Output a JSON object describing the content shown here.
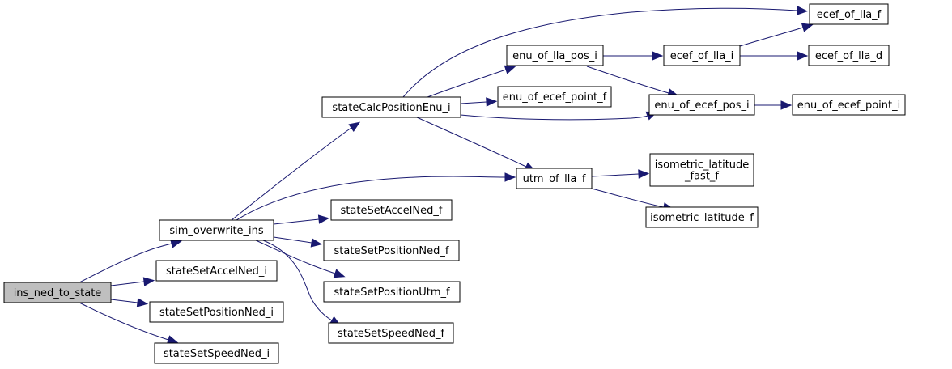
{
  "diagram": {
    "type": "call-graph",
    "edge_color": "#191970",
    "root_fill": "#bfbfbf",
    "nodes": [
      {
        "id": "ins_ned_to_state",
        "lines": [
          "ins_ned_to_state"
        ],
        "root": true
      },
      {
        "id": "sim_overwrite_ins",
        "lines": [
          "sim_overwrite_ins"
        ]
      },
      {
        "id": "stateSetAccelNed_i",
        "lines": [
          "stateSetAccelNed_i"
        ]
      },
      {
        "id": "stateSetPositionNed_i",
        "lines": [
          "stateSetPositionNed_i"
        ]
      },
      {
        "id": "stateSetSpeedNed_i",
        "lines": [
          "stateSetSpeedNed_i"
        ]
      },
      {
        "id": "stateCalcPositionEnu_i",
        "lines": [
          "stateCalcPositionEnu_i"
        ]
      },
      {
        "id": "stateSetAccelNed_f",
        "lines": [
          "stateSetAccelNed_f"
        ]
      },
      {
        "id": "stateSetPositionNed_f",
        "lines": [
          "stateSetPositionNed_f"
        ]
      },
      {
        "id": "stateSetPositionUtm_f",
        "lines": [
          "stateSetPositionUtm_f"
        ]
      },
      {
        "id": "stateSetSpeedNed_f",
        "lines": [
          "stateSetSpeedNed_f"
        ]
      },
      {
        "id": "enu_of_lla_pos_i",
        "lines": [
          "enu_of_lla_pos_i"
        ]
      },
      {
        "id": "enu_of_ecef_point_f",
        "lines": [
          "enu_of_ecef_point_f"
        ]
      },
      {
        "id": "utm_of_lla_f",
        "lines": [
          "utm_of_lla_f"
        ]
      },
      {
        "id": "ecef_of_lla_i",
        "lines": [
          "ecef_of_lla_i"
        ]
      },
      {
        "id": "enu_of_ecef_pos_i",
        "lines": [
          "enu_of_ecef_pos_i"
        ]
      },
      {
        "id": "isometric_latitude_fast_f",
        "lines": [
          "isometric_latitude",
          "_fast_f"
        ]
      },
      {
        "id": "isometric_latitude_f",
        "lines": [
          "isometric_latitude_f"
        ]
      },
      {
        "id": "ecef_of_lla_f",
        "lines": [
          "ecef_of_lla_f"
        ]
      },
      {
        "id": "ecef_of_lla_d",
        "lines": [
          "ecef_of_lla_d"
        ]
      },
      {
        "id": "enu_of_ecef_point_i",
        "lines": [
          "enu_of_ecef_point_i"
        ]
      }
    ],
    "edges": [
      {
        "from": "ins_ned_to_state",
        "to": "sim_overwrite_ins"
      },
      {
        "from": "ins_ned_to_state",
        "to": "stateSetAccelNed_i"
      },
      {
        "from": "ins_ned_to_state",
        "to": "stateSetPositionNed_i"
      },
      {
        "from": "ins_ned_to_state",
        "to": "stateSetSpeedNed_i"
      },
      {
        "from": "sim_overwrite_ins",
        "to": "stateCalcPositionEnu_i"
      },
      {
        "from": "sim_overwrite_ins",
        "to": "utm_of_lla_f"
      },
      {
        "from": "sim_overwrite_ins",
        "to": "stateSetAccelNed_f"
      },
      {
        "from": "sim_overwrite_ins",
        "to": "stateSetPositionNed_f"
      },
      {
        "from": "sim_overwrite_ins",
        "to": "stateSetPositionUtm_f"
      },
      {
        "from": "sim_overwrite_ins",
        "to": "stateSetSpeedNed_f"
      },
      {
        "from": "stateCalcPositionEnu_i",
        "to": "ecef_of_lla_f"
      },
      {
        "from": "stateCalcPositionEnu_i",
        "to": "enu_of_lla_pos_i"
      },
      {
        "from": "stateCalcPositionEnu_i",
        "to": "enu_of_ecef_point_f"
      },
      {
        "from": "stateCalcPositionEnu_i",
        "to": "enu_of_ecef_pos_i"
      },
      {
        "from": "stateCalcPositionEnu_i",
        "to": "utm_of_lla_f"
      },
      {
        "from": "enu_of_lla_pos_i",
        "to": "ecef_of_lla_i"
      },
      {
        "from": "enu_of_lla_pos_i",
        "to": "enu_of_ecef_pos_i"
      },
      {
        "from": "ecef_of_lla_i",
        "to": "ecef_of_lla_f"
      },
      {
        "from": "ecef_of_lla_i",
        "to": "ecef_of_lla_d"
      },
      {
        "from": "enu_of_ecef_pos_i",
        "to": "enu_of_ecef_point_i"
      },
      {
        "from": "utm_of_lla_f",
        "to": "isometric_latitude_fast_f"
      },
      {
        "from": "utm_of_lla_f",
        "to": "isometric_latitude_f"
      }
    ]
  }
}
